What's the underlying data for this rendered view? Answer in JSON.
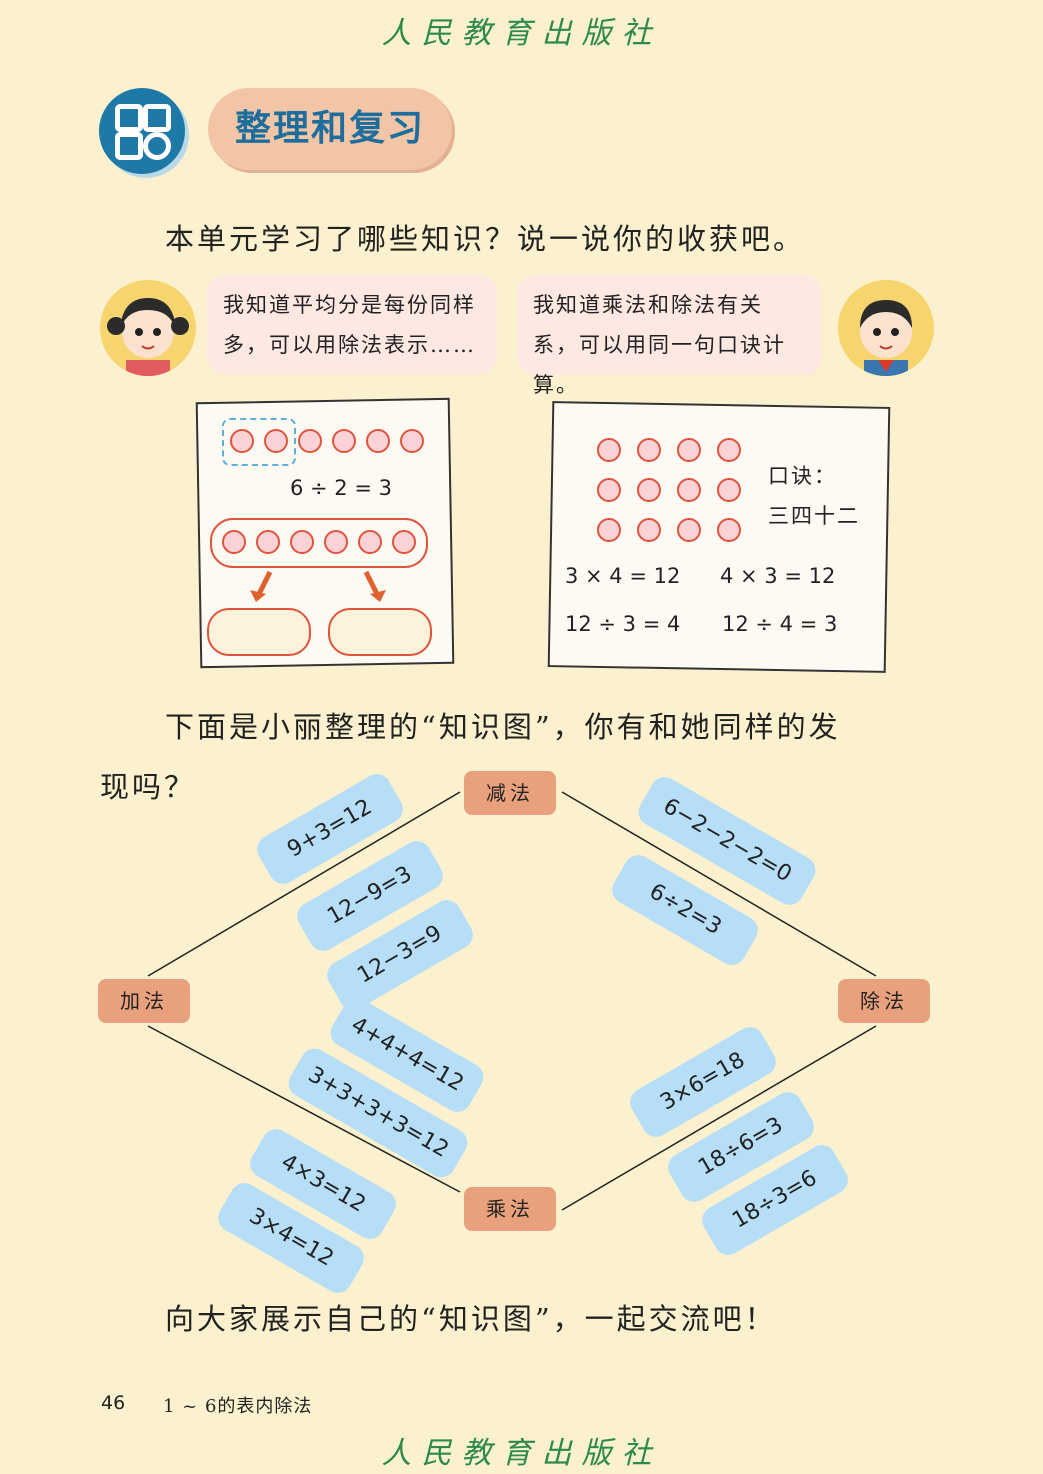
{
  "header": {
    "publisher": "人民教育出版社"
  },
  "section": {
    "icon": "grid-squares-icon",
    "title": "整理和复习"
  },
  "intro": "本单元学习了哪些知识？说一说你的收获吧。",
  "bubbles": {
    "girl": "我知道平均分是每份同样多，可以用除法表示……",
    "boy": "我知道乘法和除法有关系，可以用同一句口诀计算。"
  },
  "card_left": {
    "equation": "6 ÷ 2 = 3"
  },
  "card_right": {
    "koujue_label": "口诀：",
    "koujue": "三四十二",
    "eq1": "3 × 4 = 12",
    "eq2": "4 × 3 = 12",
    "eq3": "12 ÷ 3 = 4",
    "eq4": "12 ÷ 4 = 3"
  },
  "map_intro_line1": "下面是小丽整理的“知识图”，你有和她同样的发",
  "map_intro_line2": "现吗？",
  "map": {
    "nodes": {
      "sub": "减法",
      "add": "加法",
      "div": "除法",
      "mul": "乘法"
    },
    "add_sub": [
      "9+3=12",
      "12−9=3",
      "12−3=9"
    ],
    "sub_div": [
      "6−2−2−2=0",
      "6÷2=3"
    ],
    "add_mul": [
      "4+4+4=12",
      "3+3+3+3=12",
      "4×3=12",
      "3×4=12"
    ],
    "mul_div": [
      "3×6=18",
      "18÷6=3",
      "18÷3=6"
    ]
  },
  "closing": "向大家展示自己的“知识图”，一起交流吧！",
  "footer": {
    "page_number": "46",
    "chapter": "1 ~ 6的表内除法"
  },
  "colors": {
    "background": "#fbf1cf",
    "node": "#e8a17c",
    "tag": "#b7def7",
    "title_pill": "#f3c5a7",
    "section_icon": "#1f79a6"
  }
}
